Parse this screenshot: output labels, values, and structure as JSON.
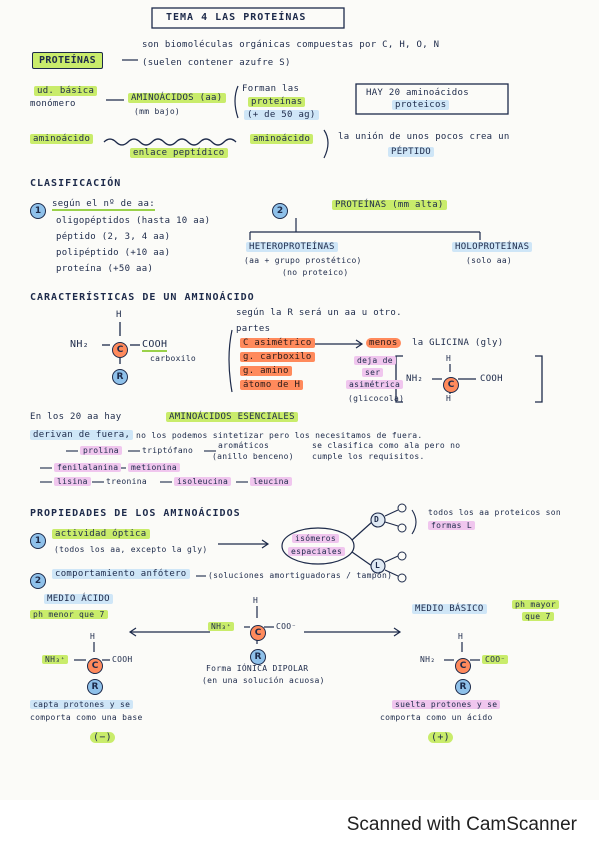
{
  "title": "TEMA 4 LAS PROTEÍNAS",
  "intro": {
    "term": "PROTEÍNAS",
    "line1": "son biomoléculas orgánicas compuestas por C, H, O, N",
    "line2": "(suelen contener azufre S)"
  },
  "unit": {
    "label1": "ud. básica",
    "label2": "monómero",
    "aa": "AMINOÁCIDOS (aa)",
    "aa_sub": "(mm bajo)",
    "forman1": "Forman las",
    "forman2": "proteínas",
    "forman3": "(+ de 50 ag)",
    "hay1": "HAY 20 aminoácidos",
    "hay2": "proteicos"
  },
  "bond": {
    "left": "aminoácido",
    "right": "aminoácido",
    "link": "enlace peptídico",
    "union": "la unión de unos pocos crea un",
    "peptido": "PÉPTIDO"
  },
  "clasificacion": {
    "heading": "CLASIFICACIÓN",
    "n1": "1",
    "n2": "2",
    "segun": "según el nº de aa:",
    "items": [
      "oligopéptidos (hasta 10 aa)",
      "péptido (2, 3, 4 aa)",
      "polipéptido (+10 aa)",
      "proteína (+50 aa)"
    ],
    "proteinas": "PROTEÍNAS (mm alta)",
    "hetero": "HETEROPROTEÍNAS",
    "hetero_sub1": "(aa + grupo prostético)",
    "hetero_sub2": "(no proteico)",
    "holo": "HOLOPROTEÍNAS",
    "holo_sub": "(solo aa)"
  },
  "caracteristicas": {
    "heading": "CARACTERÍSTICAS DE UN AMINOÁCIDO",
    "h": "H",
    "nh2": "NH₂",
    "c": "C",
    "cooh": "COOH",
    "carboxilo": "carboxilo",
    "r": "R",
    "segun_r": "según la R será un aa u otro.",
    "partes": "partes",
    "partes_items": [
      "C asimétrico",
      "g. carboxilo",
      "g. amino",
      "átomo de H"
    ],
    "menos": "menos",
    "glicina": "la GLICINA (gly)",
    "deja1": "deja de",
    "deja2": "ser",
    "deja3": "asimétrica",
    "deja4": "(glicocola)"
  },
  "esenciales": {
    "line1a": "En los 20 aa hay",
    "line1b": "AMINOÁCIDOS ESENCIALES",
    "line2a": "derivan de fuera,",
    "line2b": "no los podemos sintetizar pero los necesitamos de fuera.",
    "aa_list": [
      "prolina",
      "triptófano",
      "fenilalanina",
      "metionina",
      "lisina",
      "treonina",
      "isoleucina",
      "leucina"
    ],
    "aromaticos1": "aromáticos",
    "aromaticos2": "(anillo benceno)",
    "clasifica1": "se clasifica como ala pero no",
    "clasifica2": "cumple los requisitos."
  },
  "propiedades": {
    "heading": "PROPIEDADES DE LOS AMINOÁCIDOS",
    "n1": "1",
    "n2": "2",
    "actividad": "actividad óptica",
    "actividad_sub": "(todos los aa, excepto la gly)",
    "isomeros1": "isómeros",
    "isomeros2": "espaciales",
    "d": "D",
    "l": "L",
    "formas1": "todos los aa proteicos son",
    "formas2": "formas L",
    "anfotero": "comportamiento anfótero",
    "anfotero_sub": "(soluciones amortiguadoras / tampón)"
  },
  "medio": {
    "acido": "MEDIO ÁCIDO",
    "acido_ph": "ph menor que 7",
    "basico": "MEDIO BÁSICO",
    "basico_ph1": "ph mayor",
    "basico_ph2": "que 7",
    "center_left": "NH₃⁺",
    "center_c": "C",
    "center_right": "COO⁻",
    "left_left": "NH₃⁺",
    "left_right": "COOH",
    "right_left": "NH₂",
    "right_right": "COO⁻",
    "forma1": "Forma IÓNICA DIPOLAR",
    "forma2": "(en una solución acuosa)",
    "capta1": "capta protones y se",
    "capta2": "comporta como una base",
    "suelta1": "suelta protones y se",
    "suelta2": "comporta como un ácido",
    "minus": "(−)",
    "plus": "(+)"
  },
  "footer": "Scanned with CamScanner"
}
